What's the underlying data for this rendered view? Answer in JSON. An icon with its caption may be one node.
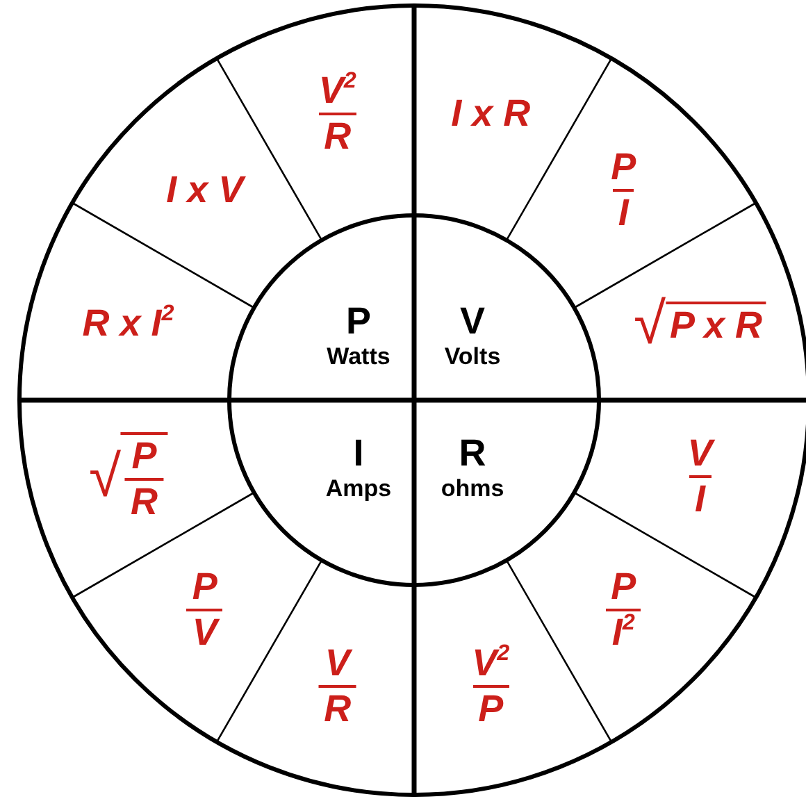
{
  "diagram": {
    "nodes": [
      {
        "text": [
          "P",
          "Watts"
        ]
      },
      {
        "text": [
          "V",
          "Volts"
        ]
      },
      {
        "text": [
          "I",
          "Amps"
        ]
      },
      {
        "text": [
          "R",
          "ohms"
        ]
      },
      {
        "text": [
          "V$^{2}$",
          "R"
        ]
      },
      {
        "text": [
          "I x R"
        ]
      },
      {
        "text": [
          "P",
          "I"
        ]
      },
      {
        "text": [
          "√",
          "P x R"
        ]
      },
      {
        "text": [
          "V",
          "I"
        ]
      },
      {
        "text": [
          "P",
          "I$^{2}$"
        ]
      },
      {
        "text": [
          "V$^{2}$",
          "P"
        ]
      },
      {
        "text": [
          "V",
          "R"
        ]
      },
      {
        "text": [
          "P",
          "V"
        ]
      },
      {
        "text": [
          "√",
          "P",
          "R"
        ]
      },
      {
        "text": [
          "R x I$^{2}$"
        ]
      },
      {
        "text": [
          "I x V"
        ]
      }
    ]
  }
}
